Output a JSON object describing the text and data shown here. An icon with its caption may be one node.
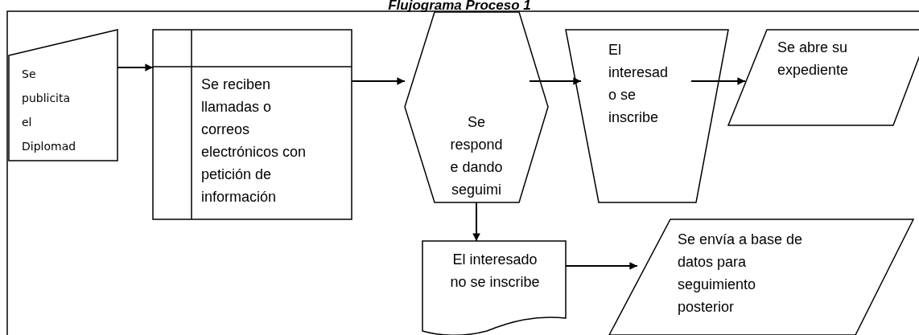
{
  "diagram": {
    "title": "Flujograma Proceso 1",
    "nodes": [
      {
        "text": [
          "Se publicita el Diplomad"
        ]
      },
      {
        "text": [
          "Se reciben llamadas o correos electrónicos con petición de información"
        ]
      },
      {
        "text": [
          "Se respond e dando seguimi"
        ]
      },
      {
        "text": [
          "El interesad o se inscribe"
        ]
      },
      {
        "text": [
          "Se abre su expediente"
        ]
      },
      {
        "text": [
          "El interesado no se inscribe"
        ]
      },
      {
        "text": [
          "Se envía a base de datos para seguimiento posterior"
        ]
      }
    ],
    "edges": [
      {
        "from": 0,
        "to": 1,
        "arrow": "to"
      },
      {
        "from": 1,
        "to": 2,
        "arrow": "to"
      },
      {
        "from": 2,
        "to": 3,
        "arrow": "to"
      },
      {
        "from": 3,
        "to": 4,
        "arrow": "to"
      },
      {
        "from": 2,
        "to": 5,
        "arrow": "to"
      },
      {
        "from": 5,
        "to": 6,
        "arrow": "to"
      }
    ]
  }
}
